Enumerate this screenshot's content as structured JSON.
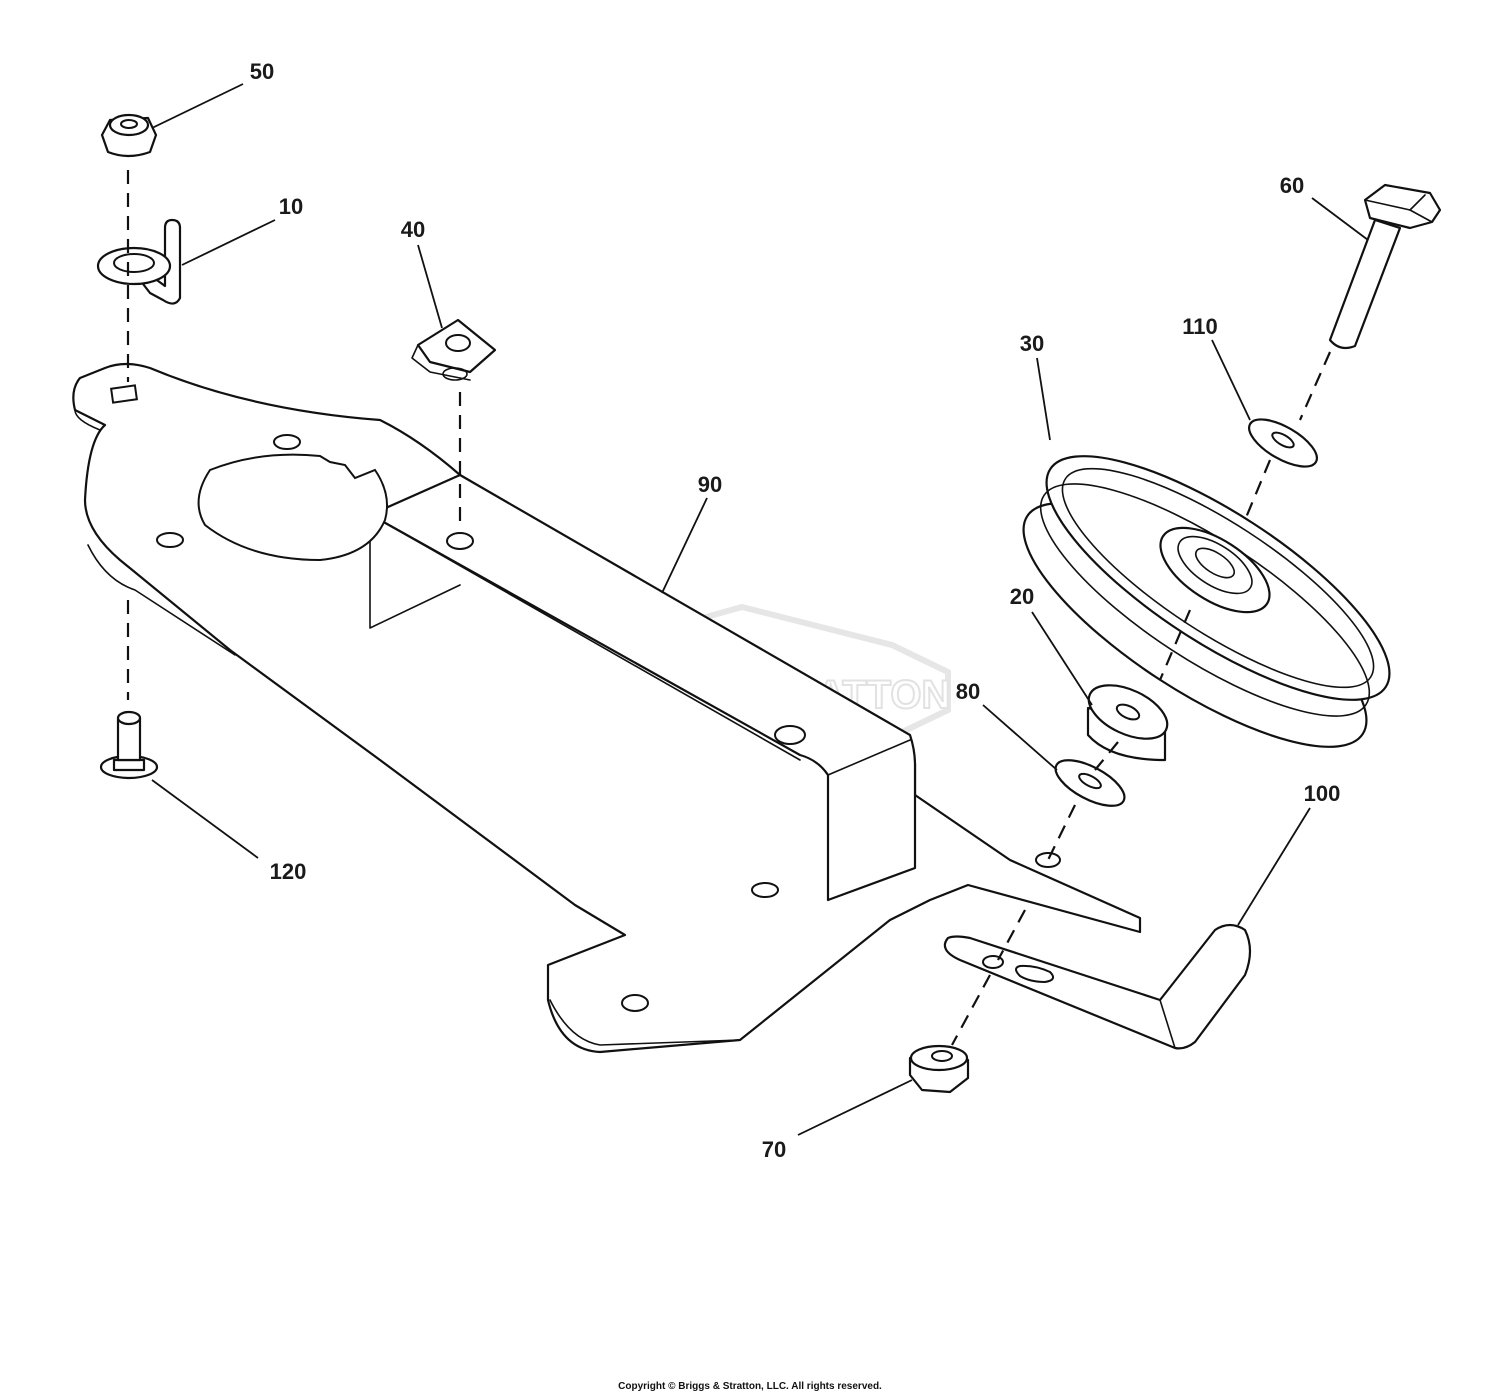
{
  "diagram": {
    "callouts": [
      "10",
      "20",
      "30",
      "40",
      "50",
      "60",
      "70",
      "80",
      "90",
      "100",
      "110",
      "120"
    ]
  },
  "watermark": {
    "brand": "BRIGGS&STRATTON"
  },
  "footer": {
    "copyright": "Copyright © Briggs & Stratton, LLC. All rights reserved."
  }
}
